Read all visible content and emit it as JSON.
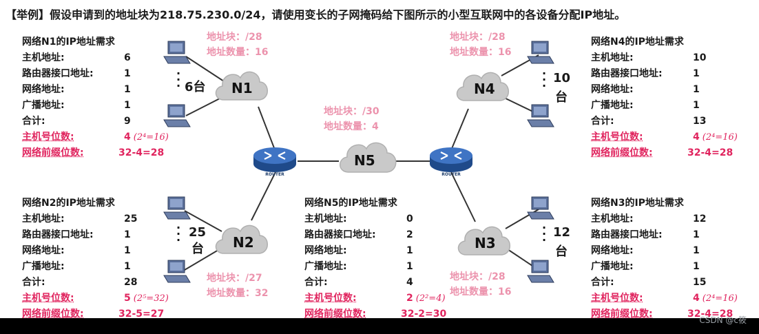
{
  "title": "【举例】假设申请到的地址块为218.75.230.0/24，请使用变长的子网掩码给下图所示的小型互联网中的各设备分配IP地址。",
  "labels": {
    "host": "主机地址:",
    "router_if": "路由器接口地址:",
    "net": "网络地址:",
    "bcast": "广播地址:",
    "total": "合计:",
    "host_bits": "主机号位数:",
    "prefix_bits": "网络前缀位数:"
  },
  "networks": {
    "n1": {
      "header": "网络N1的IP地址需求",
      "host": "6",
      "router_if": "1",
      "net": "1",
      "bcast": "1",
      "total": "9",
      "host_bits": "4",
      "pow": "(2⁴=16)",
      "prefix": "32-4=28",
      "block_note": "地址块：/28",
      "count_note": "地址数量：16",
      "cloud": "N1",
      "pc_count": "6台"
    },
    "n2": {
      "header": "网络N2的IP地址需求",
      "host": "25",
      "router_if": "1",
      "net": "1",
      "bcast": "1",
      "total": "28",
      "host_bits": "5",
      "pow": "(2⁵=32)",
      "prefix": "32-5=27",
      "block_note": "地址块：/27",
      "count_note": "地址数量：32",
      "cloud": "N2",
      "pc_count_a": "25",
      "pc_count_b": "台"
    },
    "n3": {
      "header": "网络N3的IP地址需求",
      "host": "12",
      "router_if": "1",
      "net": "1",
      "bcast": "1",
      "total": "15",
      "host_bits": "4",
      "pow": "(2⁴=16)",
      "prefix": "32-4=28",
      "block_note": "地址块：/28",
      "count_note": "地址数量：16",
      "cloud": "N3",
      "pc_count_a": "12",
      "pc_count_b": "台"
    },
    "n4": {
      "header": "网络N4的IP地址需求",
      "host": "10",
      "router_if": "1",
      "net": "1",
      "bcast": "1",
      "total": "13",
      "host_bits": "4",
      "pow": "(2⁴=16)",
      "prefix": "32-4=28",
      "block_note": "地址块：/28",
      "count_note": "地址数量：16",
      "cloud": "N4",
      "pc_count_a": "10",
      "pc_count_b": "台"
    },
    "n5": {
      "header": "网络N5的IP地址需求",
      "host": "0",
      "router_if": "2",
      "net": "1",
      "bcast": "1",
      "total": "4",
      "host_bits": "2",
      "pow": "(2²=4)",
      "prefix": "32-2=30",
      "block_note": "地址块：/30",
      "count_note": "地址数量：4",
      "cloud": "N5"
    }
  },
  "router_label": "ROUTER",
  "watermark": "CSDN @c筱",
  "colors": {
    "accent_red": "#e0245e",
    "note_pink": "#ec93ad",
    "router_blue": "#2d5fa8",
    "cloud_gray": "#c9c9c9"
  }
}
